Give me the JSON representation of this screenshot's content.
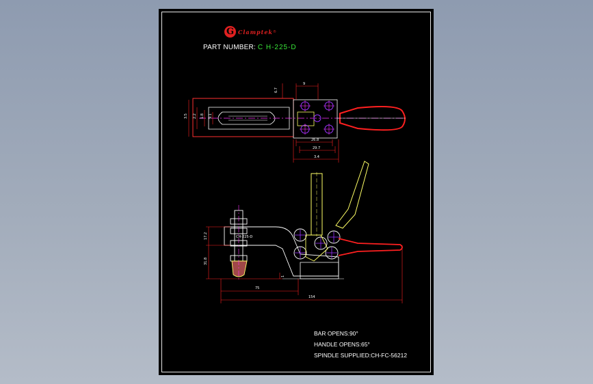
{
  "logo": {
    "mark": "G",
    "text": "Clamptek",
    "reg": "®"
  },
  "part_number": {
    "label": "PART NUMBER:",
    "value": "C H-225-D"
  },
  "notes": [
    "BAR OPENS:90°",
    "HANDLE OPENS:65°",
    "SPINDLE SUPPLIED:CH-FC-56212"
  ],
  "dims": {
    "top_width": "9",
    "top_height": "6.7",
    "left_outer": "3.5",
    "left_mid": "2.2",
    "left_mid2": "1.8",
    "left_inner": "9.1",
    "inner_a": "26.8",
    "inner_b": "29.7",
    "overall_b": "3.4",
    "side_upper": "17.2",
    "side_lower": "31.8",
    "small_h": "1",
    "length_a": "75",
    "length_total": "154",
    "body_label": "CH-225-D"
  },
  "colors": {
    "background": "#000000",
    "dimension": "#ff2020",
    "outline": "#ffffff",
    "centerline": "#ff33ff",
    "hardware": "#9933ff",
    "body": "#ffff66",
    "green_text": "#39e639"
  }
}
